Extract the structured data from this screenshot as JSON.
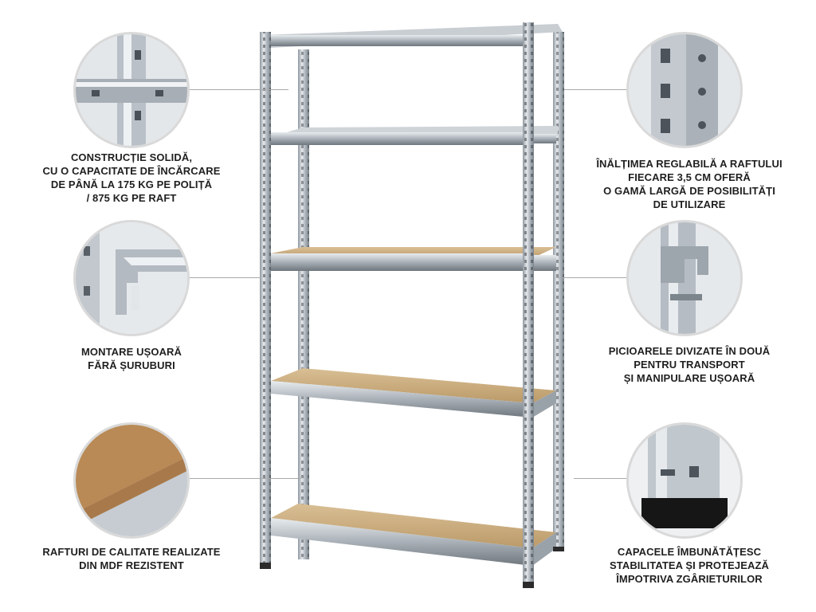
{
  "callouts": {
    "left": [
      {
        "id": "solid-construction",
        "lines": [
          "CONSTRUCȚIE SOLIDĂ,",
          "CU O CAPACITATE DE ÎNCĂRCARE",
          "DE PÂNĂ LA 175 KG PE POLIȚĂ",
          "/ 875 KG PE RAFT"
        ],
        "icon": "bolted-corner-joint"
      },
      {
        "id": "easy-assembly",
        "lines": [
          "MONTARE UȘOARĂ",
          "FĂRĂ ȘURUBURI"
        ],
        "icon": "boltless-hook-clip"
      },
      {
        "id": "mdf-shelves",
        "lines": [
          "RAFTURI DE CALITATE REALIZATE",
          "DIN MDF REZISTENT"
        ],
        "icon": "mdf-board-edge"
      }
    ],
    "right": [
      {
        "id": "adjustable-height",
        "lines": [
          "ÎNĂLȚIMEA REGLABILĂ A RAFTULUI",
          "FIECARE 3,5 CM OFERĂ",
          "O GAMĂ LARGĂ DE POSIBILITĂȚI",
          "DE UTILIZARE"
        ],
        "icon": "perforated-upright"
      },
      {
        "id": "split-legs",
        "lines": [
          "PICIOARELE DIVIZATE ÎN DOUĂ",
          "PENTRU TRANSPORT",
          "ȘI MANIPULARE UȘOARĂ"
        ],
        "icon": "split-leg-connector"
      },
      {
        "id": "end-caps",
        "lines": [
          "CAPACELE ÎMBUNĂTĂȚESC",
          "STABILITATEA ȘI PROTEJEAZĂ",
          "ÎMPOTRIVA ZGÂRIETURILOR"
        ],
        "icon": "rubber-foot-cap"
      }
    ]
  },
  "product": {
    "icon": "metal-shelving-unit",
    "shelf_count": 5
  },
  "colors": {
    "text": "#1f1f1f",
    "line": "#a9a9a9",
    "steel": "#b8bfc6",
    "mdf": "#c8a97a",
    "circle_border": "#d9d9d9"
  }
}
